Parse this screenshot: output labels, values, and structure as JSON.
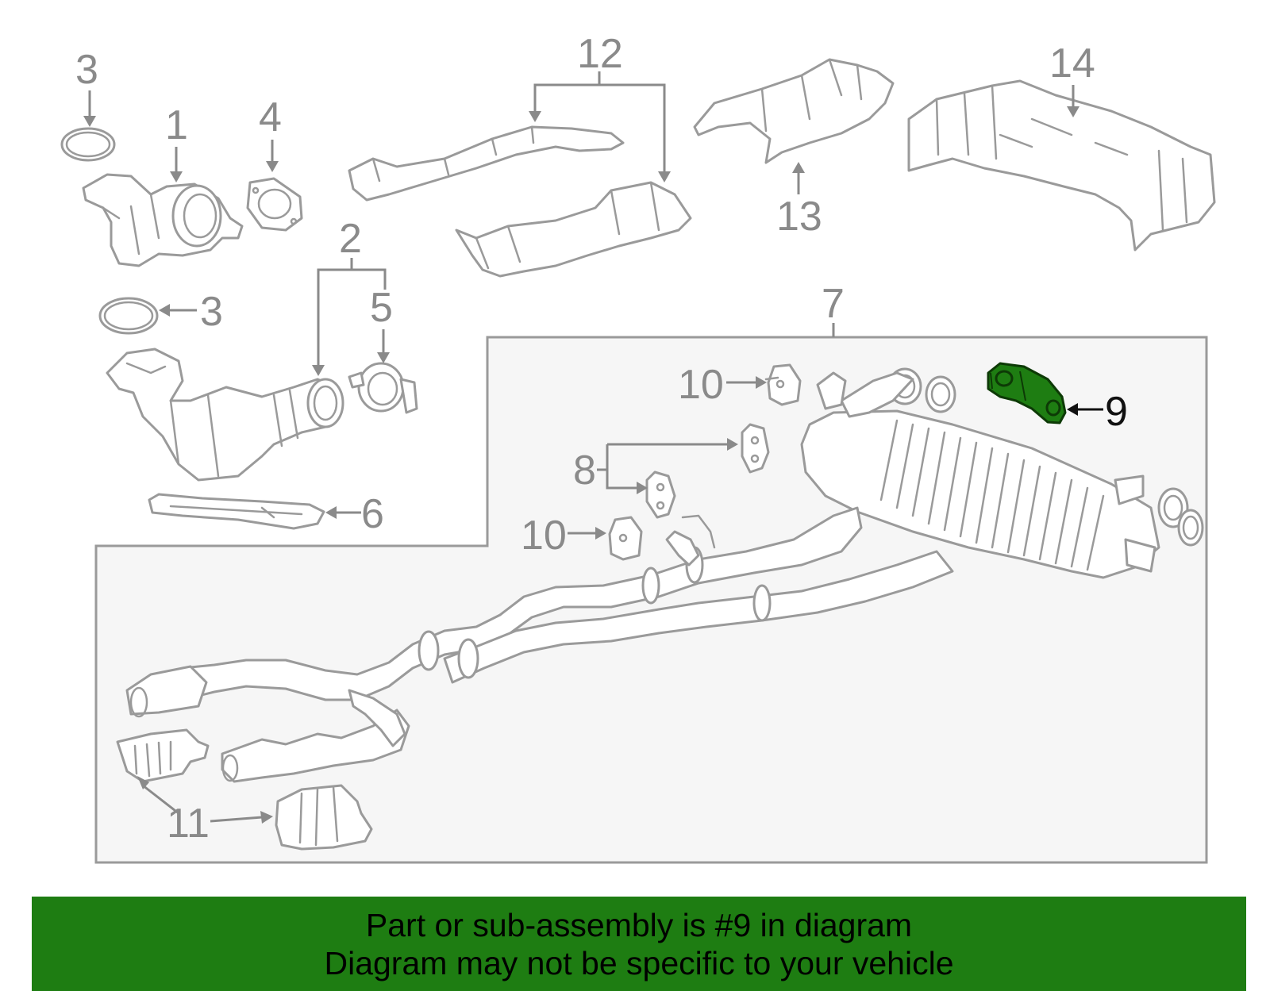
{
  "labels": {
    "p1": "1",
    "p2": "2",
    "p3a": "3",
    "p3b": "3",
    "p4": "4",
    "p5": "5",
    "p6": "6",
    "p7": "7",
    "p8": "8",
    "p9": "9",
    "p10a": "10",
    "p10b": "10",
    "p11": "11",
    "p12": "12",
    "p13": "13",
    "p14": "14"
  },
  "highlighted_part": "9",
  "colors": {
    "highlight": "#1e7d12",
    "banner": "#1e7d12",
    "line": "#9a9a9a",
    "box_fill": "#f6f6f6"
  },
  "banner": {
    "line1": "Part or sub-assembly is #9 in diagram",
    "line2": "Diagram may not be specific to your vehicle"
  }
}
